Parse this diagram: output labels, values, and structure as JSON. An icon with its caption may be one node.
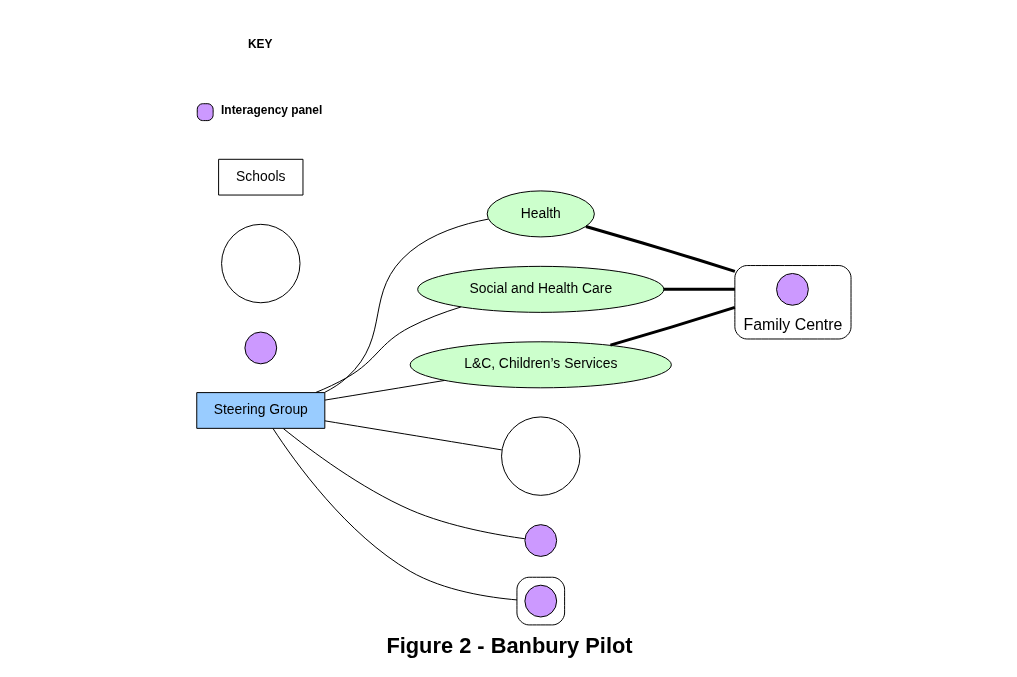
{
  "diagram": {
    "title": "Figure 2 - Banbury Pilot",
    "nodes": [
      {
        "text": [
          "Health"
        ]
      },
      {
        "text": [
          "Social and Health Care"
        ]
      },
      {
        "text": [
          "L&C, Children’s Services"
        ]
      },
      {
        "text": [
          "Steering Group"
        ]
      },
      {
        "text": [
          "Family Centre"
        ]
      },
      {
        "text": [],
        "shape": "circle",
        "in": 4
      },
      {
        "text": [],
        "shape": "circle"
      },
      {
        "text": [],
        "shape": "circle"
      },
      {
        "text": [],
        "shape": "circle"
      },
      {
        "text": [],
        "shape": "circle"
      },
      {
        "text": [],
        "shape": "ellipse"
      },
      {
        "text": [
          "Schools"
        ]
      },
      {
        "text": [],
        "shape": "circle",
        "in": 10
      }
    ],
    "edges": [
      {
        "from": 3,
        "to": 0,
        "arrow": "none"
      },
      {
        "from": 3,
        "to": 1,
        "arrow": "none"
      },
      {
        "from": 3,
        "to": 2,
        "arrow": "none"
      },
      {
        "from": 3,
        "to": 9,
        "arrow": "none"
      },
      {
        "from": 3,
        "to": 6,
        "arrow": "none"
      },
      {
        "from": 3,
        "to": 10,
        "arrow": "none"
      },
      {
        "from": 0,
        "to": 4,
        "arrow": "none",
        "style": "thick"
      },
      {
        "from": 1,
        "to": 4,
        "arrow": "none",
        "style": "thick"
      },
      {
        "from": 2,
        "to": 4,
        "arrow": "none",
        "style": "thick"
      }
    ],
    "labels": [
      "KEY"
    ],
    "legend": [
      {
        "text": "Interagency panel",
        "color": "#cc99ff"
      }
    ]
  }
}
